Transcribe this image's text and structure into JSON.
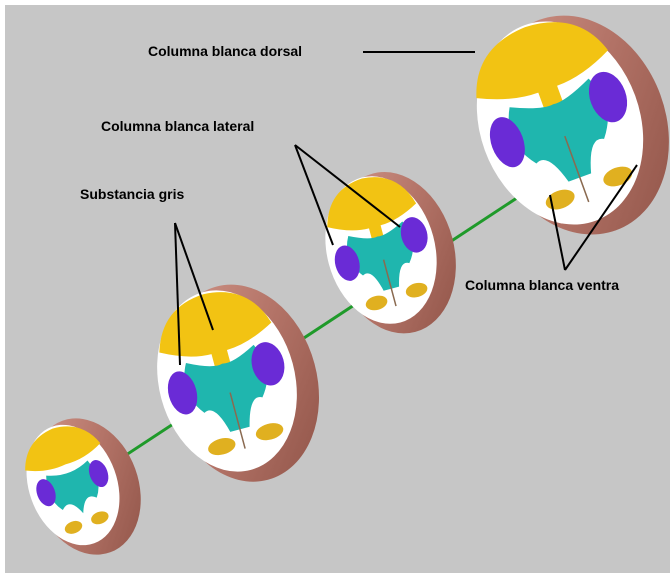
{
  "labels": {
    "dorsal": "Columna blanca dorsal",
    "lateral": "Columna blanca lateral",
    "gris": "Substancia gris",
    "ventral": "Columna blanca ventra"
  },
  "colors": {
    "background": "#c6c6c6",
    "white_matter_dorsal": "#f2c313",
    "gray_matter": "#1fb6ae",
    "white_matter_lateral": "#6a2bd6",
    "white_matter_ventral": "#e0b020",
    "pia_rim": "#b97c70",
    "central_axis": "#1f9a2a"
  }
}
